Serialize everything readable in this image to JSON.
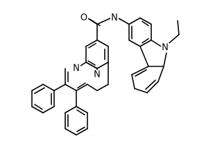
{
  "atom_labels": {
    "amide_oxygen": "O",
    "amide_nitrogen": "N",
    "carbazole_nitrogen": "N",
    "quinoxaline_n1": "N",
    "quinoxaline_n4": "N"
  },
  "colors": {
    "background": "#ffffff",
    "bonds": "#000000",
    "labels": "#000000"
  }
}
